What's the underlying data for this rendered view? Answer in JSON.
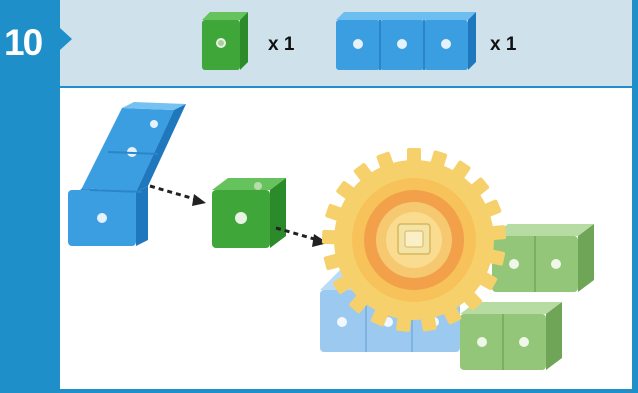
{
  "step": {
    "number": "10"
  },
  "parts": [
    {
      "color": "green",
      "count_label": "x 1"
    },
    {
      "color": "blue",
      "count_label": "x 1"
    }
  ],
  "colors": {
    "frame_blue": "#1e8fc9",
    "parts_bg": "#cfe1ea",
    "cube_green": "#3fa63a",
    "cube_blue": "#3a9ee0",
    "cube_light_blue": "#9cc9ef",
    "cube_light_green": "#93c679",
    "gear_yellow": "#f6d16b",
    "gear_orange": "#f2a04a"
  },
  "icons": [
    "step-arrow-icon",
    "green-cube-icon",
    "blue-cube-rod-icon",
    "dashed-arrow-icon",
    "gear-icon"
  ]
}
